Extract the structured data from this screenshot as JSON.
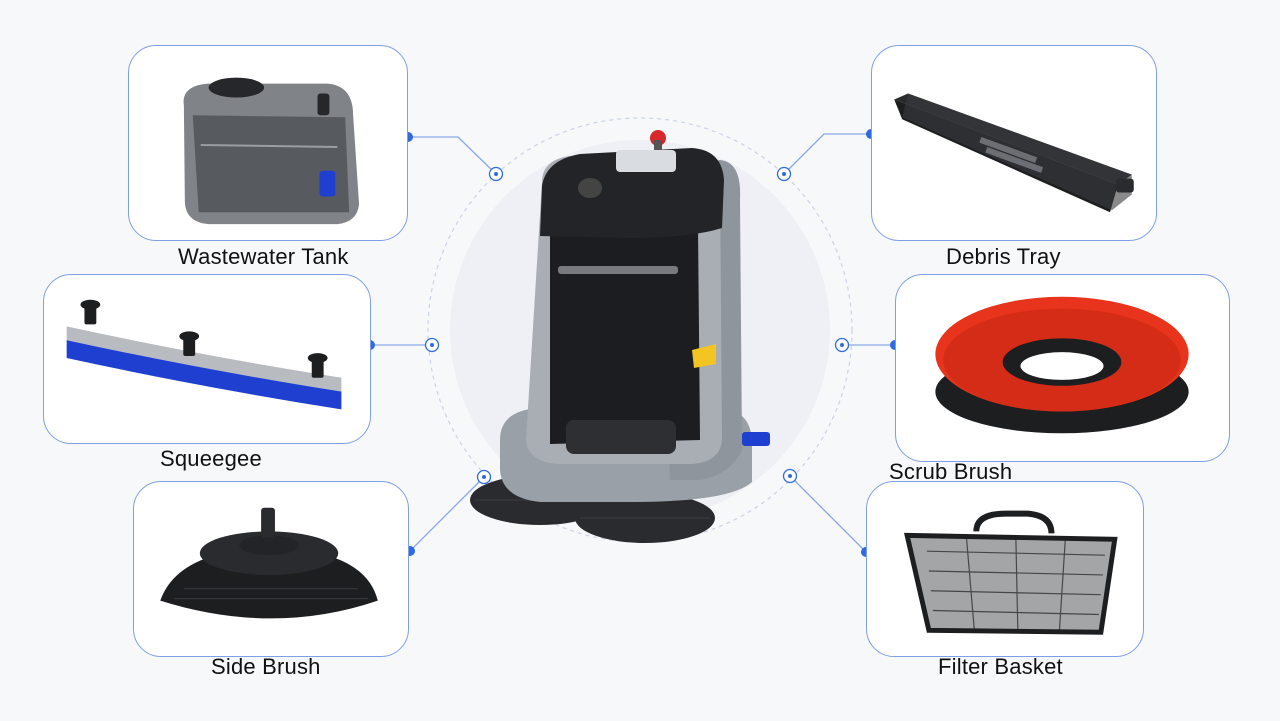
{
  "parts": [
    {
      "id": "wastewater-tank",
      "label": "Wastewater Tank",
      "icon": "wastewater-tank-icon"
    },
    {
      "id": "debris-tray",
      "label": "Debris Tray",
      "icon": "debris-tray-icon"
    },
    {
      "id": "squeegee",
      "label": "Squeegee",
      "icon": "squeegee-icon"
    },
    {
      "id": "scrub-brush",
      "label": "Scrub Brush",
      "icon": "scrub-brush-icon"
    },
    {
      "id": "side-brush",
      "label": "Side Brush",
      "icon": "side-brush-icon"
    },
    {
      "id": "filter-basket",
      "label": "Filter Basket",
      "icon": "filter-basket-icon"
    }
  ],
  "center": {
    "icon": "cleaning-robot-icon"
  },
  "colors": {
    "accent": "#2f6ae0",
    "connector": "#8aa8e8",
    "brush_red": "#e8341c",
    "squeegee_blue": "#1f3fd0",
    "robot_gray": "#8f959c",
    "robot_black": "#1c1d20",
    "highlight_yellow": "#f2c522"
  }
}
